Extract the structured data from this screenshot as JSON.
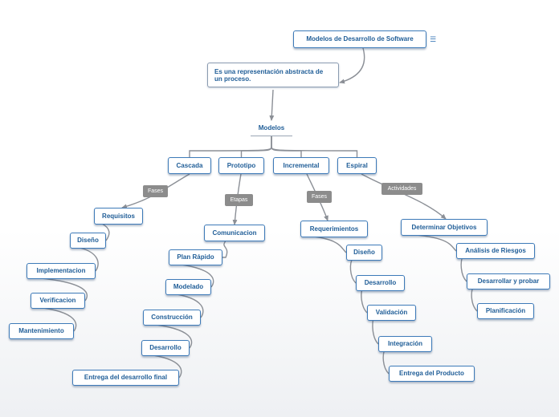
{
  "colors": {
    "node_border": "#3d7ab8",
    "node_text": "#1f5d97",
    "connector": "#8b8f96",
    "tag_bg": "#8c8c8c"
  },
  "root": {
    "label": "Modelos de Desarrollo de Software",
    "menu_icon": "hamburger-menu-icon"
  },
  "description": {
    "label": "Es una representación abstracta de un proceso."
  },
  "central": {
    "label": "Modelos"
  },
  "branches": [
    {
      "label": "Cascada",
      "relation": "Fases",
      "children": [
        "Requisitos",
        "Diseño",
        "Implementacion",
        "Verificacion",
        "Mantenimiento"
      ]
    },
    {
      "label": "Prototipo",
      "relation": "Etapas",
      "children": [
        "Comunicacion",
        "Plan Rápido",
        "Modelado",
        "Construcción",
        "Desarrollo",
        "Entrega del desarrollo final"
      ]
    },
    {
      "label": "Incremental",
      "relation": "Fases",
      "children": [
        "Requerimientos",
        "Diseño",
        "Desarrollo",
        "Validación",
        "Integración",
        "Entrega del Producto"
      ]
    },
    {
      "label": "Espiral",
      "relation": "Actividades",
      "children": [
        "Determinar Objetivos",
        "Análisis de Riesgos",
        "Desarrollar y probar",
        "Planificación"
      ]
    }
  ]
}
